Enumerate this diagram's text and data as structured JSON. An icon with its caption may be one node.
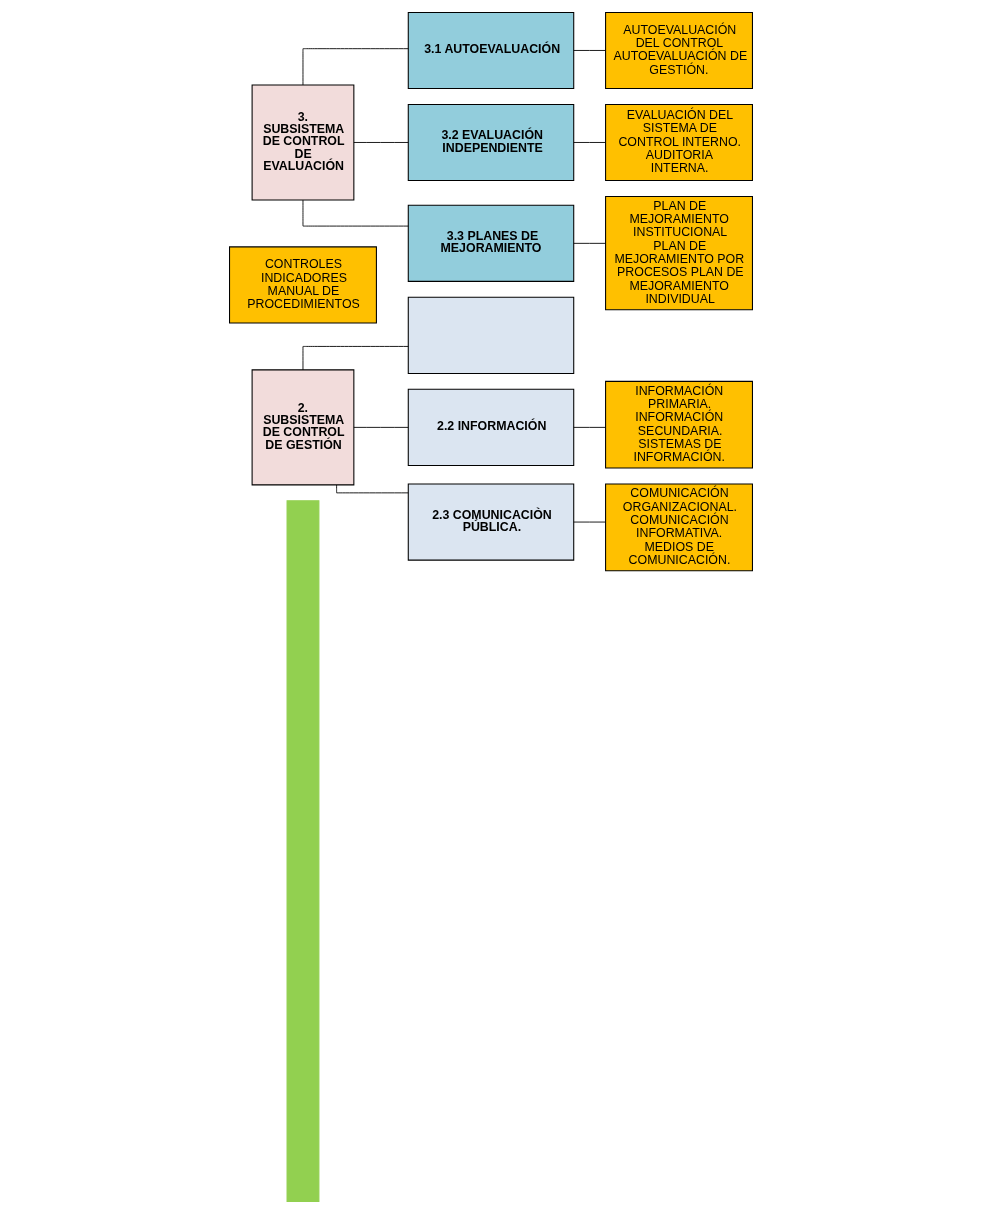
{
  "diagram": {
    "nodes": [
      {
        "text": [],
        "shape": "bar"
      },
      {
        "text": [
          "2. SUBSISTEMA DE CONTROL DE GESTIÓN"
        ]
      },
      {
        "text": [],
        "shape": "box"
      },
      {
        "text": [
          "CONTROLES INDICADORES MANUAL DE PROCEDIMIENTOS"
        ]
      },
      {
        "text": [
          "2.2 INFORMACIÓN"
        ]
      },
      {
        "text": [
          "INFORMACIÓN PRIMARIA. INFORMACIÓN SECUNDARIA. SISTEMAS DE INFORMACIÓN."
        ]
      },
      {
        "text": [
          "2.3 COMUNICACIÒN PÚBLICA."
        ]
      },
      {
        "text": [
          "COMUNICACIÓN ORGANIZACIONAL. COMUNICACIÓN INFORMATIVA. MEDIOS DE COMUNICACIÓN."
        ]
      },
      {
        "text": [
          "3. SUBSISTEMA DE CONTROL DE EVALUACIÓN"
        ]
      },
      {
        "text": [
          "3.1 AUTOEVALUACIÓN"
        ]
      },
      {
        "text": [
          "AUTOEVALUACIÓN DEL CONTROL AUTOEVALUACIÓN DE GESTIÓN."
        ]
      },
      {
        "text": [
          "3.2 EVALUACIÓN INDEPENDIENTE"
        ]
      },
      {
        "text": [
          "EVALUACIÓN DEL SISTEMA DE CONTROL INTERNO. AUDITORIA INTERNA."
        ]
      },
      {
        "text": [
          "3.3 PLANES DE MEJORAMIENTO"
        ]
      },
      {
        "text": [
          "PLAN DE MEJORAMIENTO INSTITUCIONAL PLAN DE MEJORAMIENTO POR PROCESOS PLAN DE MEJORAMIENTO INDIVIDUAL"
        ]
      }
    ],
    "edges": [
      {
        "from": 1,
        "to": 2,
        "arrow": "none"
      },
      {
        "from": 1,
        "to": 4,
        "arrow": "none"
      },
      {
        "from": 1,
        "to": 6,
        "arrow": "none"
      },
      {
        "from": 4,
        "to": 5,
        "arrow": "none"
      },
      {
        "from": 6,
        "to": 7,
        "arrow": "none"
      },
      {
        "from": 8,
        "to": 9,
        "arrow": "none"
      },
      {
        "from": 8,
        "to": 11,
        "arrow": "none"
      },
      {
        "from": 8,
        "to": 13,
        "arrow": "none"
      },
      {
        "from": 9,
        "to": 10,
        "arrow": "none"
      },
      {
        "from": 11,
        "to": 12,
        "arrow": "none"
      },
      {
        "from": 13,
        "to": 14,
        "arrow": "none"
      }
    ]
  }
}
